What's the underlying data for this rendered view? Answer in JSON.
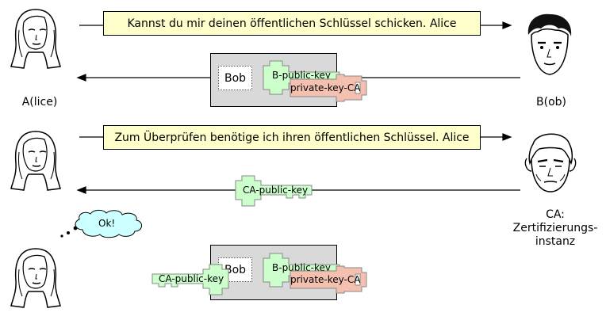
{
  "labels": {
    "alice": "A(lice)",
    "bob": "B(ob)",
    "ca_line1": "CA:",
    "ca_line2": "Zertifizierungs-",
    "ca_line3": "instanz"
  },
  "messages": {
    "request_bob": "Kannst du mir deinen öffentlichen Schlüssel schicken. Alice",
    "request_ca": "Zum Überprüfen benötige ich ihren öffentlichen Schlüssel. Alice"
  },
  "certificate": {
    "owner": "Bob",
    "public_key": "B-public-key",
    "signature_key": "private-key-CA"
  },
  "ca_key": "CA-public-key",
  "thought": "Ok!",
  "colors": {
    "message_fill": "#ffffcc",
    "cert_fill": "#d9d9d9",
    "public_key": "#ccffcc",
    "private_key": "#f4c0b0"
  }
}
